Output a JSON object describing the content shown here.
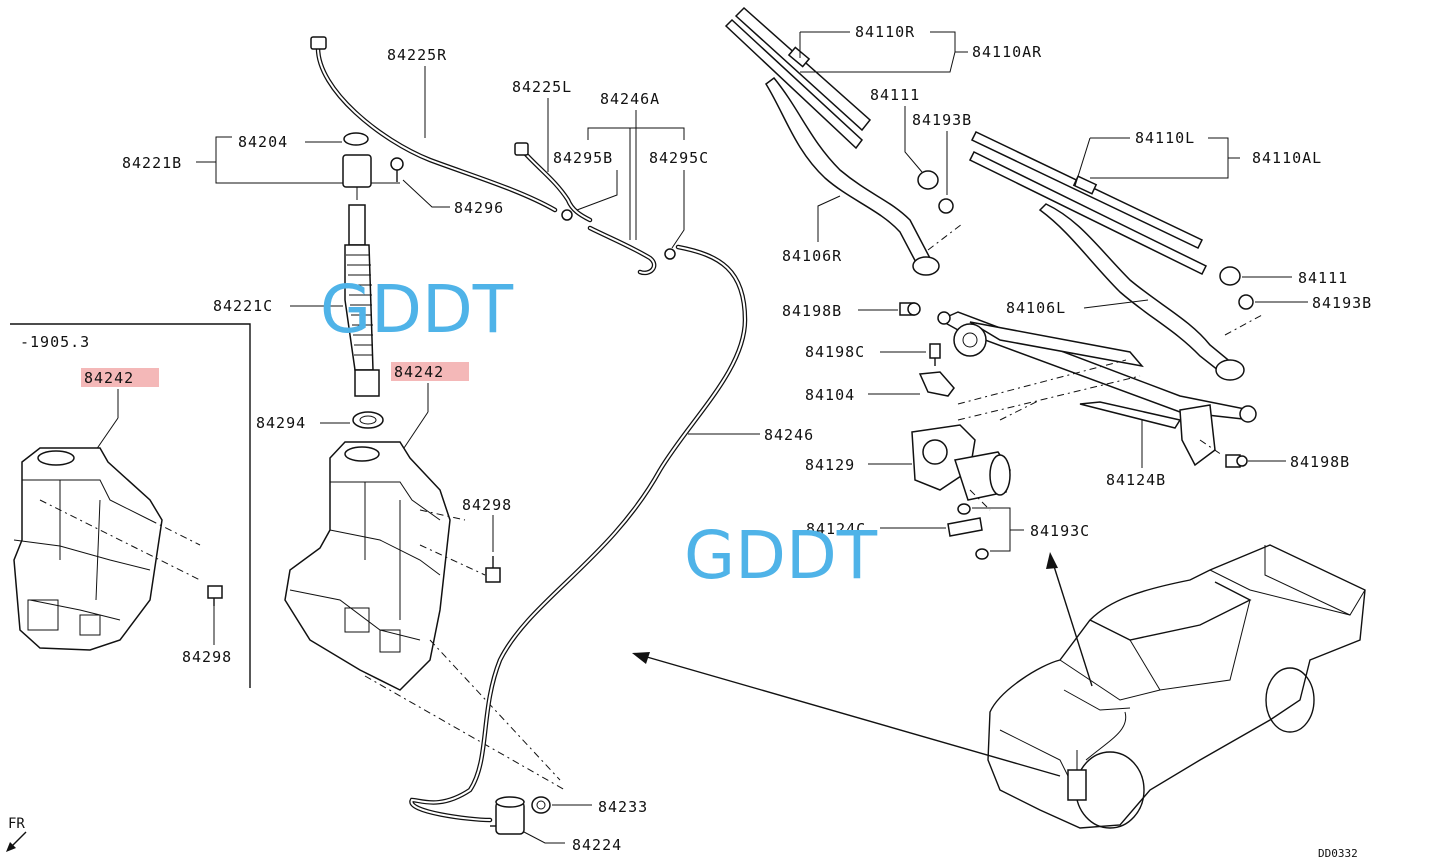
{
  "labels": {
    "l84225R": "84225R",
    "l84225L": "84225L",
    "l84246A": "84246A",
    "l84295B": "84295B",
    "l84295C": "84295C",
    "l84204": "84204",
    "l84221B": "84221B",
    "l84296": "84296",
    "l84221C": "84221C",
    "l84242a": "84242",
    "l84242b": "84242",
    "l84294": "84294",
    "l84298a": "84298",
    "l84298b": "84298",
    "l84246": "84246",
    "l84233": "84233",
    "l84224": "84224",
    "l84110R": "84110R",
    "l84110AR": "84110AR",
    "l84111a": "84111",
    "l84193Ba": "84193B",
    "l84110L": "84110L",
    "l84110AL": "84110AL",
    "l84106R": "84106R",
    "l84111b": "84111",
    "l84193Bb": "84193B",
    "l84198Ba": "84198B",
    "l84106L": "84106L",
    "l84198C": "84198C",
    "l84104": "84104",
    "l84129": "84129",
    "l84124B": "84124B",
    "l84198Bb": "84198B",
    "l84124C": "84124C",
    "l84193C": "84193C"
  },
  "inset_label": "-1905.3",
  "fr_label": "FR",
  "diagram_code": "DD0332",
  "watermark": "GDDT",
  "colors": {
    "highlight": "#f4b8b8",
    "watermark": "#4fb3e8",
    "line": "#111111"
  }
}
